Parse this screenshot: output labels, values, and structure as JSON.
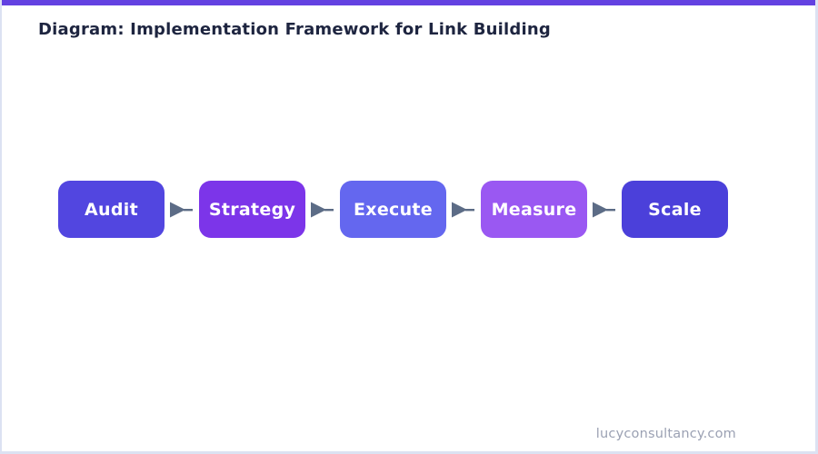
{
  "header": {
    "title": "Diagram: Implementation Framework for Link Building"
  },
  "flow": {
    "steps": [
      {
        "label": "Audit",
        "color": "#5246e0"
      },
      {
        "label": "Strategy",
        "color": "#7c35e9"
      },
      {
        "label": "Execute",
        "color": "#6467ef"
      },
      {
        "label": "Measure",
        "color": "#9a58f2"
      },
      {
        "label": "Scale",
        "color": "#4b40da"
      }
    ],
    "arrow_icon": "right-arrowhead",
    "arrow_color": "#5c6c86"
  },
  "footer": {
    "website": "lucyconsultancy.com"
  },
  "colors": {
    "top_bar": "#6341e1",
    "border": "#dce2f2",
    "background": "#ffffff",
    "title_text": "#1e2540",
    "step_text": "#ffffff",
    "footer_text": "#9ba1b3"
  }
}
